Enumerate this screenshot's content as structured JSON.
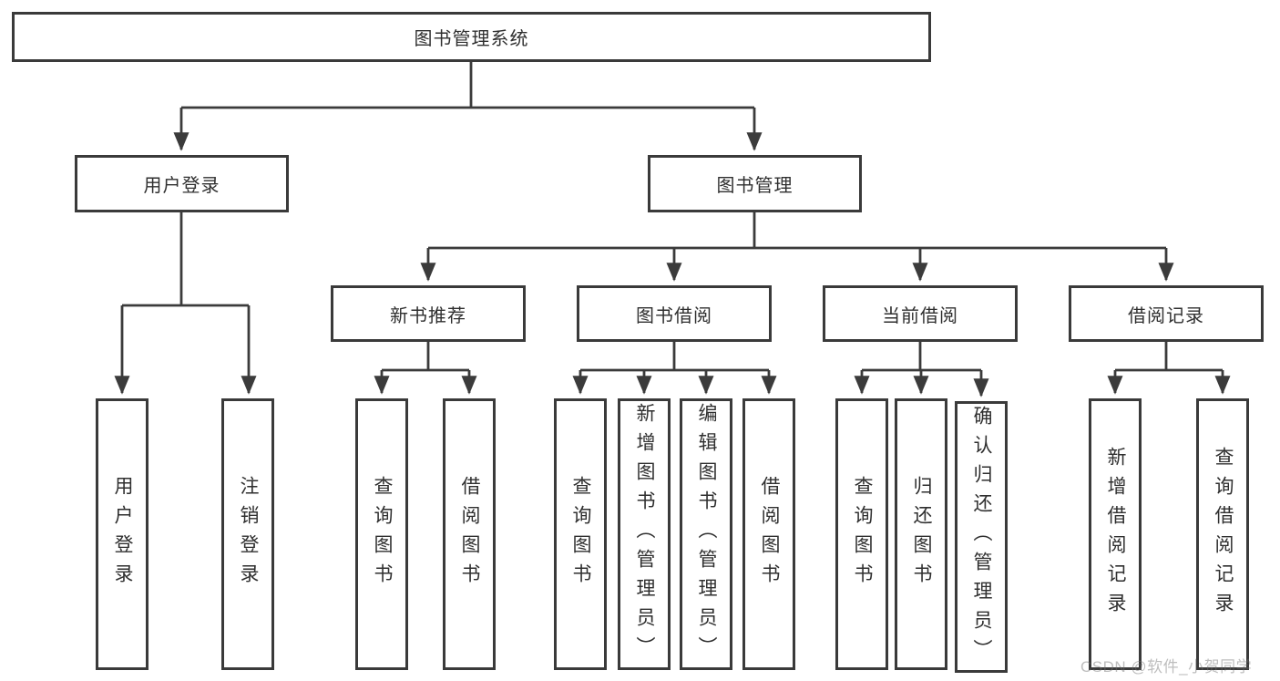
{
  "tree": {
    "root": {
      "label": "图书管理系统",
      "children": [
        {
          "label": "用户登录",
          "children": [
            {
              "label": "用户登录"
            },
            {
              "label": "注销登录"
            }
          ]
        },
        {
          "label": "图书管理",
          "children": [
            {
              "label": "新书推荐",
              "children": [
                {
                  "label": "查询图书"
                },
                {
                  "label": "借阅图书"
                }
              ]
            },
            {
              "label": "图书借阅",
              "children": [
                {
                  "label": "查询图书"
                },
                {
                  "label": "新增图书（管理员）"
                },
                {
                  "label": "编辑图书（管理员）"
                },
                {
                  "label": "借阅图书"
                }
              ]
            },
            {
              "label": "当前借阅",
              "children": [
                {
                  "label": "查询图书"
                },
                {
                  "label": "归还图书"
                },
                {
                  "label": "确认归还（管理员）"
                }
              ]
            },
            {
              "label": "借阅记录",
              "children": [
                {
                  "label": "新增借阅记录"
                },
                {
                  "label": "查询借阅记录"
                }
              ]
            }
          ]
        }
      ]
    }
  },
  "watermark": "CSDN @软件_小贺同学",
  "colors": {
    "line": "#3b3b3b",
    "box_border": "#3a3a3a",
    "text": "#2f2f2f",
    "background": "#ffffff"
  }
}
